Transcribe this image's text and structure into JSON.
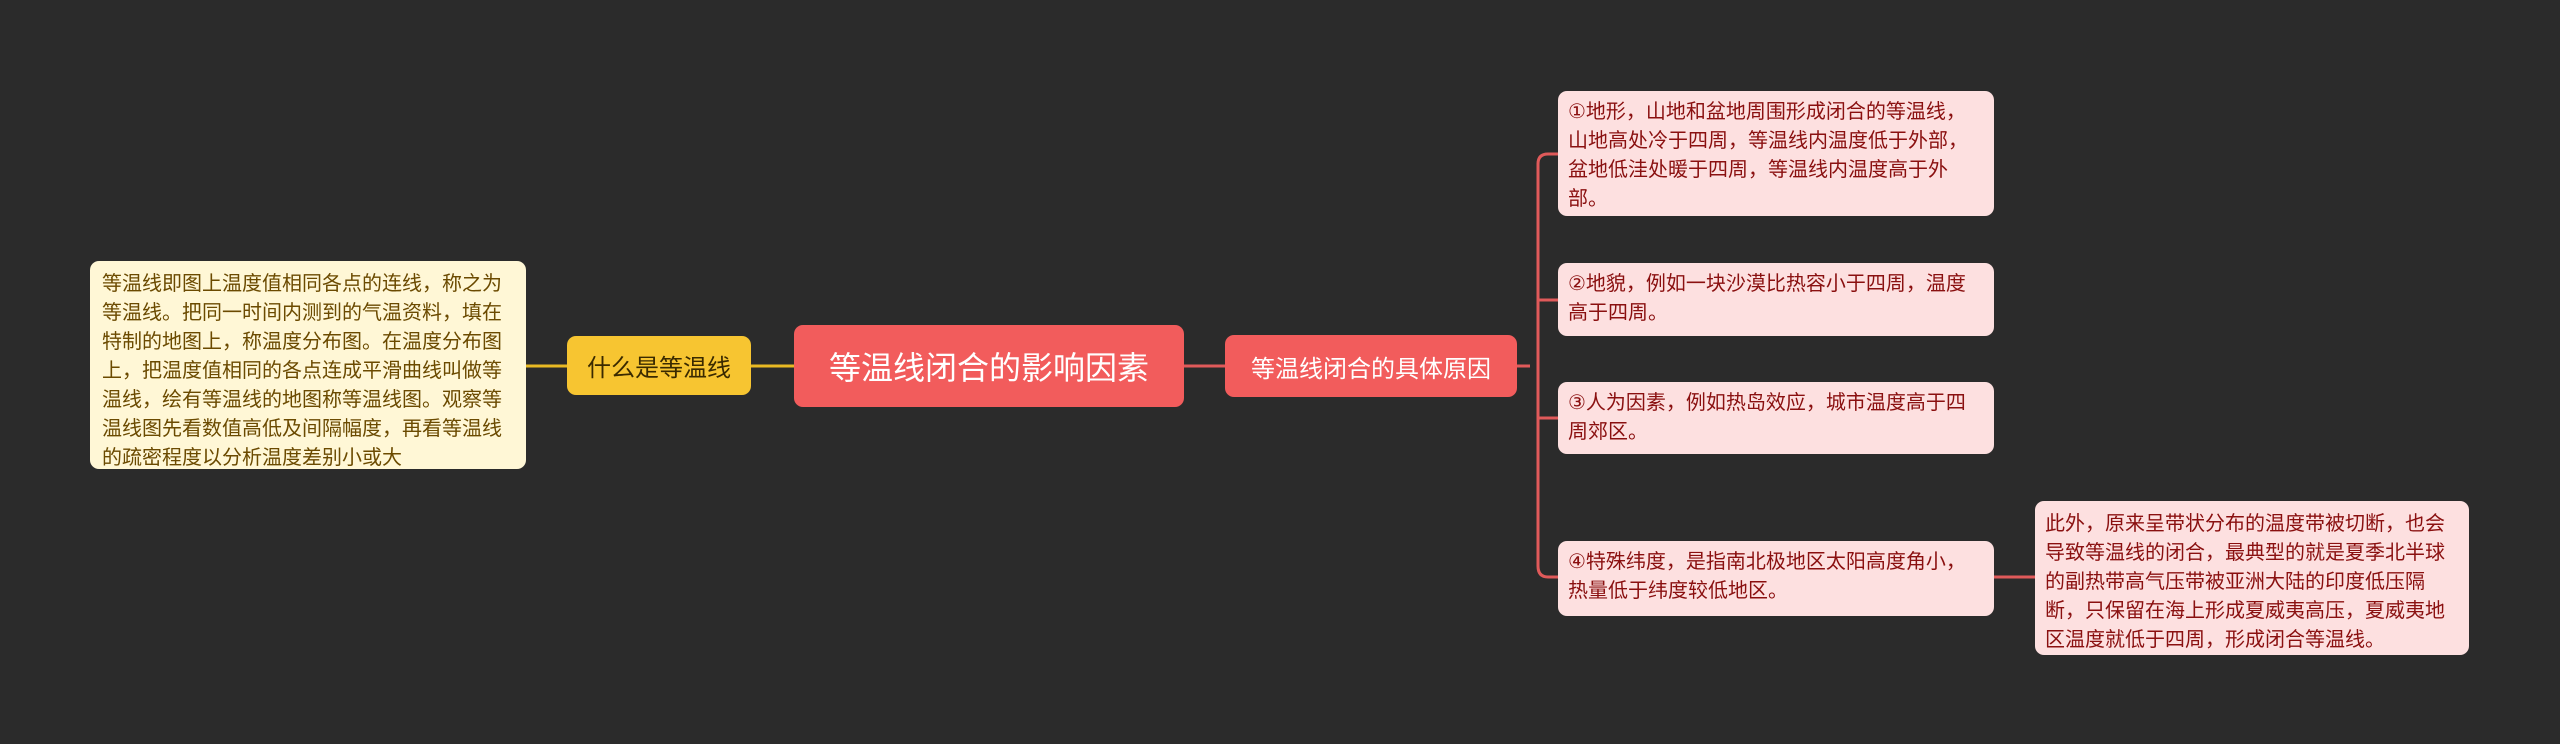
{
  "root": {
    "label": "等温线闭合的影响因素"
  },
  "left_branch": {
    "label": "什么是等温线",
    "note": "等温线即图上温度值相同各点的连线，称之为等温线。把同一时间内测到的气温资料，填在特制的地图上，称温度分布图。在温度分布图上，把温度值相同的各点连成平滑曲线叫做等温线，绘有等温线的地图称等温线图。观察等温线图先看数值高低及间隔幅度，再看等温线的疏密程度以分析温度差别小或大"
  },
  "right_branch": {
    "label": "等温线闭合的具体原因",
    "items": [
      {
        "text": "①地形，山地和盆地周围形成闭合的等温线，山地高处冷于四周，等温线内温度低于外部，盆地低洼处暖于四周，等温线内温度高于外部。"
      },
      {
        "text": "②地貌，例如一块沙漠比热容小于四周，温度高于四周。"
      },
      {
        "text": "③人为因素，例如热岛效应，城市温度高于四周郊区。"
      },
      {
        "text": "④特殊纬度，是指南北极地区太阳高度角小，热量低于纬度较低地区。",
        "child": "此外，原来呈带状分布的温度带被切断，也会导致等温线的闭合，最典型的就是夏季北半球的副热带高气压带被亚洲大陆的印度低压隔断，只保留在海上形成夏威夷高压，夏威夷地区温度就低于四周，形成闭合等温线。"
      }
    ]
  },
  "colors": {
    "background": "#2b2b2b",
    "root": "#f25c5c",
    "left": "#f7c531",
    "line_right": "#e05a5a",
    "line_left": "#e8b923"
  }
}
